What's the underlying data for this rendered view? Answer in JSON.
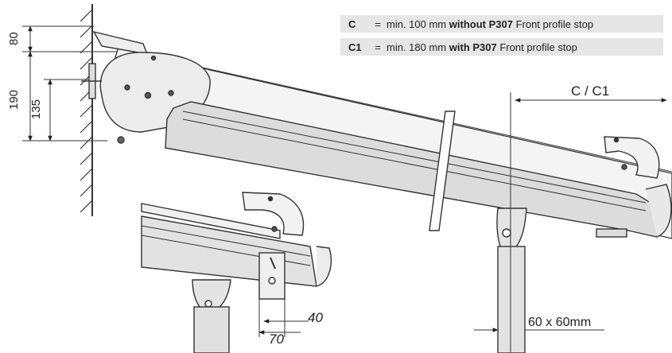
{
  "legend": [
    {
      "key": "C",
      "eq": "=",
      "text": "min. 100 mm",
      "bold": "without P307",
      "suffix": "Front profile stop"
    },
    {
      "key": "C1",
      "eq": "=",
      "text": "min. 180 mm",
      "bold": "with P307",
      "suffix": "Front profile stop"
    }
  ],
  "dimensions": {
    "d80": "80",
    "d190": "190",
    "d135": "135",
    "c_c1": "C / C1",
    "post": "60 x 60mm",
    "d40": "40",
    "d70": "70"
  }
}
